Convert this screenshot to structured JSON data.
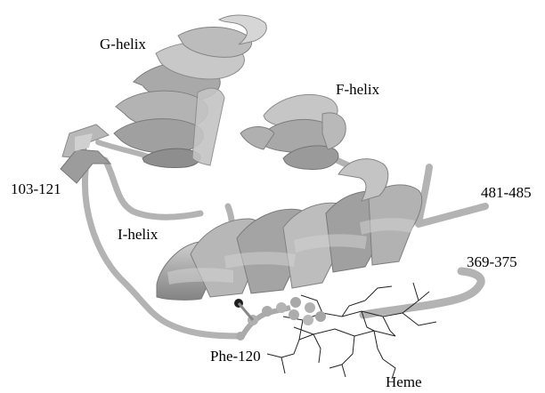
{
  "labels": {
    "g_helix": "G-helix",
    "f_helix": "F-helix",
    "i_helix": "I-helix",
    "seg_103_121": "103-121",
    "seg_481_485": "481-485",
    "seg_369_375": "369-375",
    "phe_120": "Phe-120",
    "heme": "Heme"
  },
  "colors": {
    "ribbon_light": "#c2c2c2",
    "ribbon_mid": "#a6a6a6",
    "ribbon_dark": "#7e7e7e",
    "coil": "#b3b3b3",
    "heme_lines": "#222222",
    "phe_spheres": "#aaaaaa",
    "phe_atom": "#1e1e1e"
  }
}
